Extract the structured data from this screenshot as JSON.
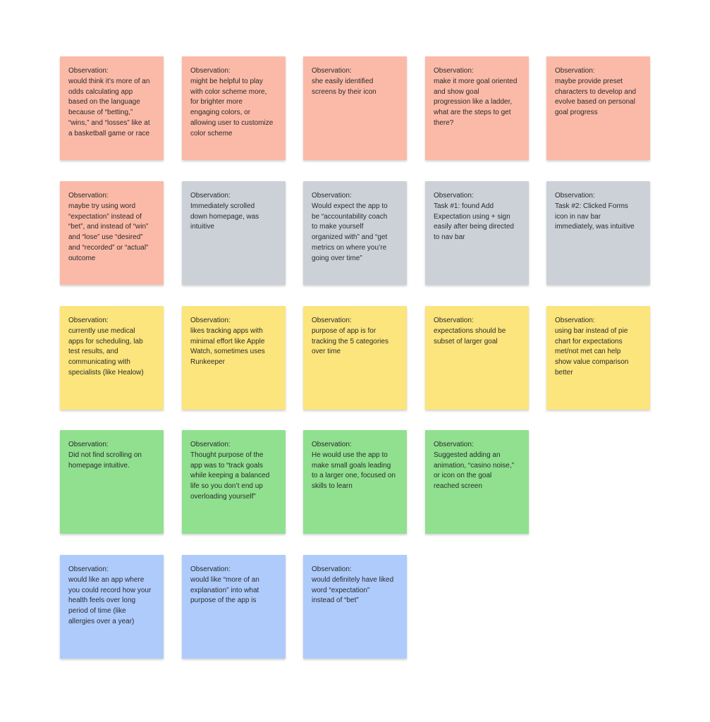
{
  "notes": [
    {
      "label": "Observation:",
      "text": "would think it’s more of an\nodds calculating app\nbased on the language\nbecause of “betting,”\n“wins,” and “losses” like at\na basketball game or race"
    },
    {
      "label": "Observation:",
      "text": "might be helpful to play\nwith color scheme more,\nfor brighter more\nengaging colors, or\nallowing user to customize\ncolor scheme"
    },
    {
      "label": "Observation:",
      "text": "she easily identified\nscreens by their icon"
    },
    {
      "label": "Observation:",
      "text": "make it more goal oriented\nand show goal\nprogression like a ladder,\nwhat are the steps to get\nthere?"
    },
    {
      "label": "Observation:",
      "text": "maybe provide preset\ncharacters to develop and\nevolve based on personal\ngoal progress"
    },
    {
      "label": "Observation:",
      "text": "maybe try using word\n“expectation” instead of\n“bet”, and instead of “win”\nand “lose” use “desired”\nand “recorded” or “actual”\noutcome"
    },
    {
      "label": "Observation:",
      "text": "Immediately scrolled\ndown homepage, was\nintuitive"
    },
    {
      "label": "Observation:",
      "text": "Would expect the app to\nbe “accountability coach\nto make yourself\norganized with” and “get\nmetrics on where you’re\ngoing over time”"
    },
    {
      "label": "Observation:",
      "text": "Task #1: found Add\nExpectation using + sign\neasily after being directed\nto nav bar"
    },
    {
      "label": "Observation:",
      "text": "Task #2: Clicked Forms\nicon in nav bar\nimmediately, was intuitive"
    },
    {
      "label": "Observation:",
      "text": "currently use medical\napps for scheduling, lab\ntest results, and\ncommunicating with\nspecialists (like Healow)"
    },
    {
      "label": "Observation:",
      "text": "likes tracking apps with\nminimal effort like Apple\nWatch, sometimes uses\nRunkeeper"
    },
    {
      "label": "Observation:",
      "text": "purpose of app is for\ntracking the 5 categories\nover time"
    },
    {
      "label": "Observation:",
      "text": "expectations should be\nsubset of larger goal"
    },
    {
      "label": "Observation:",
      "text": "using bar instead of pie\nchart for expectations\nmet/not met can help\nshow value comparison\nbetter"
    },
    {
      "label": "Observation:",
      "text": "Did not find scrolling on\nhomepage intuitive."
    },
    {
      "label": "Observation:",
      "text": "Thought purpose of the\napp was to “track goals\nwhile keeping a balanced\nlife so you don’t end up\noverloading yourself”"
    },
    {
      "label": "Observation:",
      "text": "He would use the app to\nmake small goals leading\nto a larger one, focused on\nskills to learn"
    },
    {
      "label": "Observation:",
      "text": "Suggested adding an\nanimation, “casino noise,”\nor icon on the goal\nreached screen"
    },
    {
      "label": "Observation:",
      "text": "would like an app where\nyou could record how your\nhealth feels over long\nperiod of time (like\nallergies over a year)"
    },
    {
      "label": "Observation:",
      "text": "would like “more of an\nexplanation” into what\npurpose of the app is"
    },
    {
      "label": "Observation:",
      "text": "would definitely have liked\nword “expectation”\ninstead of “bet”"
    }
  ],
  "colors": {
    "red": "#fbbaa8",
    "gray": "#ccd1d8",
    "yellow": "#fbe57c",
    "green": "#90e08f",
    "blue": "#aecbfb"
  }
}
